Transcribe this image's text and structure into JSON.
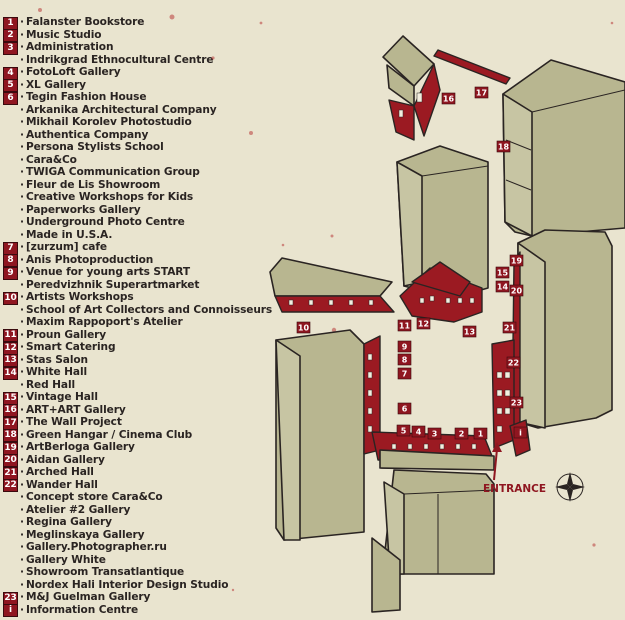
{
  "legend": [
    {
      "num": "1",
      "text": "Falanster Bookstore"
    },
    {
      "num": "2",
      "text": "Music Studio"
    },
    {
      "num": "3",
      "text": "Administration"
    },
    {
      "num": "",
      "text": "Indrikgrad Ethnocultural Centre"
    },
    {
      "num": "4",
      "text": "FotoLoft Gallery"
    },
    {
      "num": "5",
      "text": "XL Gallery"
    },
    {
      "num": "6",
      "text": "Tegin Fashion House"
    },
    {
      "num": "",
      "text": "Arkanika Architectural Company"
    },
    {
      "num": "",
      "text": "Mikhail Korolev Photostudio"
    },
    {
      "num": "",
      "text": "Authentica Company"
    },
    {
      "num": "",
      "text": "Persona Stylists School"
    },
    {
      "num": "",
      "text": "Cara&Co"
    },
    {
      "num": "",
      "text": "TWIGA Communication Group"
    },
    {
      "num": "",
      "text": "Fleur de Lis Showroom"
    },
    {
      "num": "",
      "text": "Creative Workshops for Kids"
    },
    {
      "num": "",
      "text": "Paperworks Gallery"
    },
    {
      "num": "",
      "text": "Underground Photo Centre"
    },
    {
      "num": "",
      "text": "Made in U.S.A."
    },
    {
      "num": "7",
      "text": "[zurzum] cafe"
    },
    {
      "num": "8",
      "text": "Anis Photoproduction"
    },
    {
      "num": "9",
      "text": "Venue for young arts START"
    },
    {
      "num": "",
      "text": "Peredvizhnik Superartmarket"
    },
    {
      "num": "10",
      "text": "Artists Workshops"
    },
    {
      "num": "",
      "text": "School of Art Collectors and Connoisseurs"
    },
    {
      "num": "",
      "text": "Maxim Rappoport's Atelier"
    },
    {
      "num": "11",
      "text": "Proun Gallery"
    },
    {
      "num": "12",
      "text": "Smart Catering"
    },
    {
      "num": "13",
      "text": "Stas Salon"
    },
    {
      "num": "14",
      "text": "White Hall"
    },
    {
      "num": "",
      "text": "Red Hall"
    },
    {
      "num": "15",
      "text": "Vintage Hall"
    },
    {
      "num": "16",
      "text": "ART+ART Gallery"
    },
    {
      "num": "17",
      "text": "The Wall Project"
    },
    {
      "num": "18",
      "text": "Green Hangar / Cinema Club"
    },
    {
      "num": "19",
      "text": "ArtBerloga Gallery"
    },
    {
      "num": "20",
      "text": "Aidan Gallery"
    },
    {
      "num": "21",
      "text": "Arched Hall"
    },
    {
      "num": "22",
      "text": "Wander Hall"
    },
    {
      "num": "",
      "text": "Concept store Cara&Co"
    },
    {
      "num": "",
      "text": "Atelier #2 Gallery"
    },
    {
      "num": "",
      "text": "Regina Gallery"
    },
    {
      "num": "",
      "text": "Meglinskaya Gallery"
    },
    {
      "num": "",
      "text": "Gallery.Photographer.ru"
    },
    {
      "num": "",
      "text": "Gallery White"
    },
    {
      "num": "",
      "text": "Showroom Transatlantique"
    },
    {
      "num": "",
      "text": "Nordex Hali Interior Design Studio"
    },
    {
      "num": "23",
      "text": "M&J Guelman Gallery"
    },
    {
      "num": "i",
      "text": "Information Centre"
    }
  ],
  "map": {
    "entrance_label": "ENTRANCE",
    "compass_icon": "compass-rose-icon",
    "colors": {
      "background": "#e9e4cf",
      "building": "#b8b690",
      "highlight": "#9b1a22",
      "marker": "#8f1620"
    },
    "markers": [
      "1",
      "2",
      "3",
      "4",
      "5",
      "6",
      "7",
      "8",
      "9",
      "10",
      "11",
      "12",
      "13",
      "14",
      "15",
      "16",
      "17",
      "18",
      "19",
      "20",
      "21",
      "22",
      "23",
      "i"
    ]
  }
}
